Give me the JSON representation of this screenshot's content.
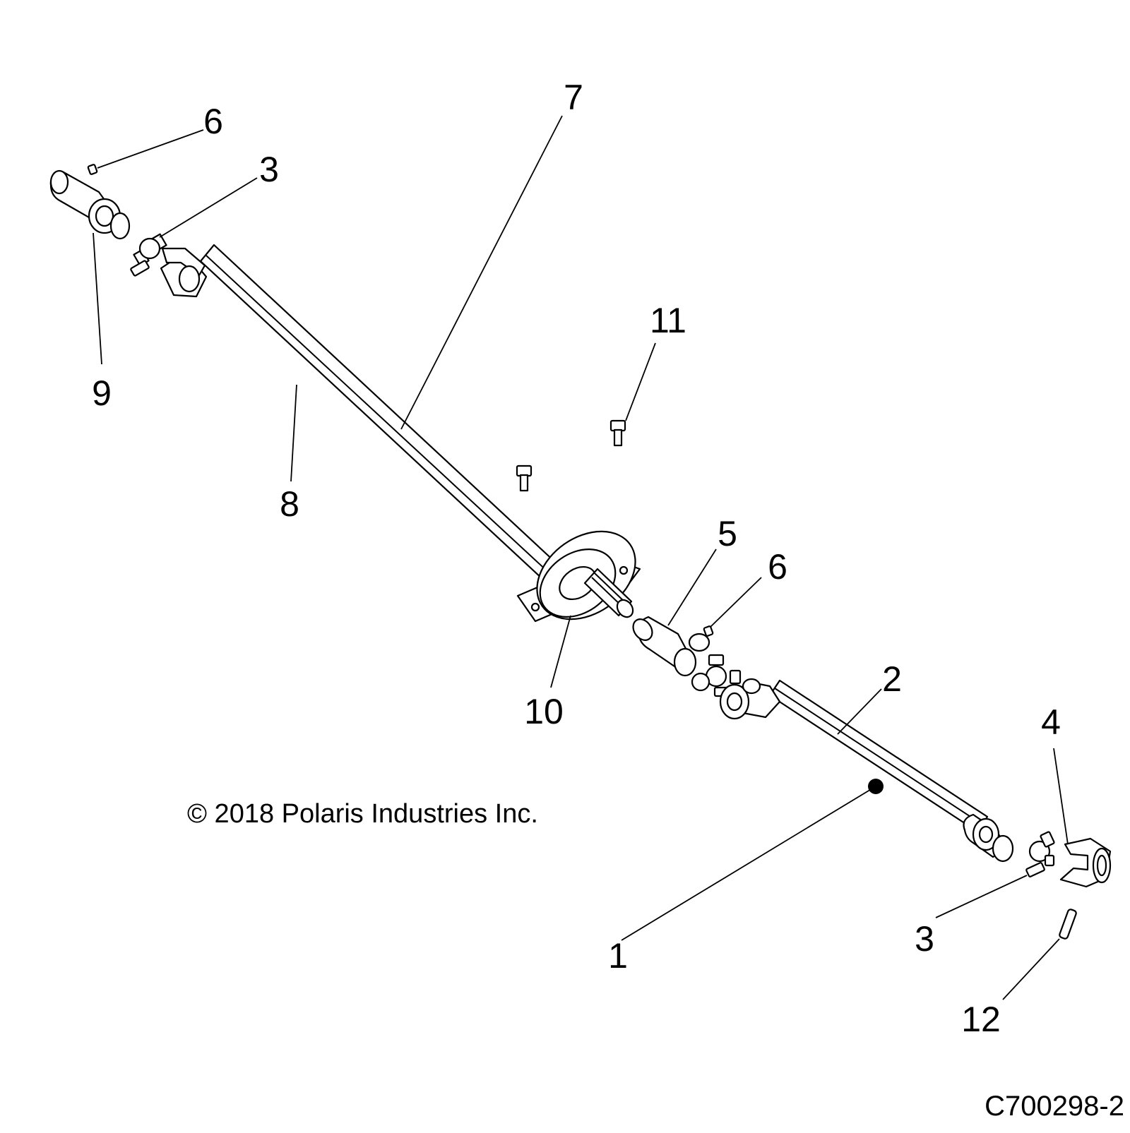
{
  "diagram": {
    "callouts": [
      {
        "id": "c1",
        "label": "1"
      },
      {
        "id": "c2",
        "label": "2"
      },
      {
        "id": "c3a",
        "label": "3"
      },
      {
        "id": "c3b",
        "label": "3"
      },
      {
        "id": "c4",
        "label": "4"
      },
      {
        "id": "c5",
        "label": "5"
      },
      {
        "id": "c6a",
        "label": "6"
      },
      {
        "id": "c6b",
        "label": "6"
      },
      {
        "id": "c7",
        "label": "7"
      },
      {
        "id": "c8",
        "label": "8"
      },
      {
        "id": "c9",
        "label": "9"
      },
      {
        "id": "c10",
        "label": "10"
      },
      {
        "id": "c11",
        "label": "11"
      },
      {
        "id": "c12",
        "label": "12"
      }
    ],
    "copyright": "© 2018 Polaris Industries Inc.",
    "drawing_id": "C700298-2"
  }
}
